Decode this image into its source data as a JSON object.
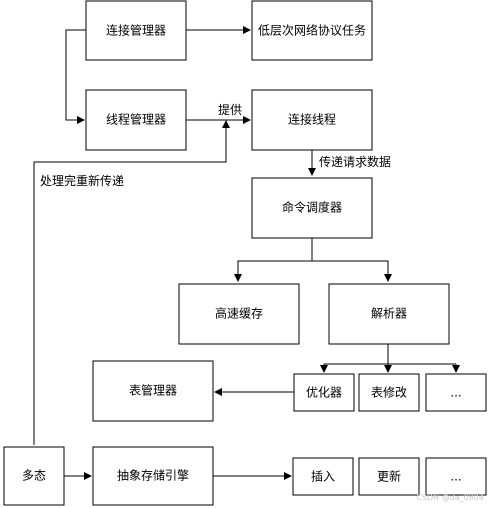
{
  "nodes": {
    "connection_manager": "连接管理器",
    "low_level_network": "低层次网络协议任务",
    "thread_manager": "线程管理器",
    "connection_thread": "连接线程",
    "command_dispatcher": "命令调度器",
    "cache": "高速缓存",
    "parser": "解析器",
    "optimizer": "优化器",
    "table_modify": "表修改",
    "parser_more": "...",
    "table_manager": "表管理器",
    "polymorphism": "多态",
    "storage_engine": "抽象存储引擎",
    "insert": "插入",
    "update": "更新",
    "engine_more": "..."
  },
  "edge_labels": {
    "provide": "提供",
    "pass_request": "传递请求数据",
    "after_processing": "处理完重新传递"
  },
  "watermark": "CSDN @da_0804"
}
